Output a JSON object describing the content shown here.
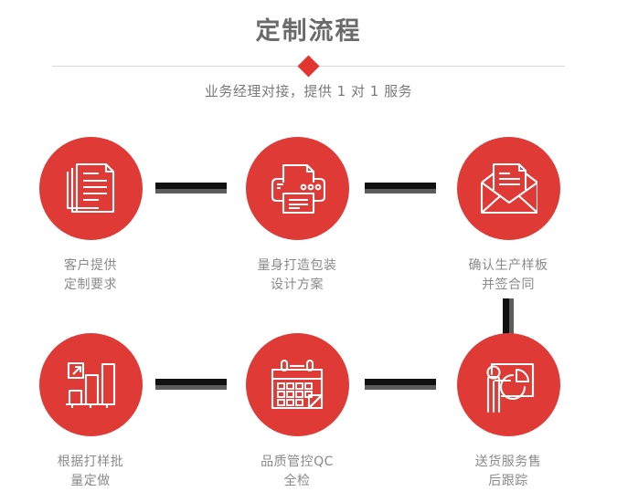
{
  "header": {
    "title": "定制流程",
    "subtitle": "业务经理对接，提供 1 对 1 服务",
    "accent_color": "#e2352f",
    "title_color": "#6b6b6b",
    "divider_color": "#d8d8d8"
  },
  "theme": {
    "circle_red": "#e03a36",
    "connector_dark": "#111111",
    "connector_shadow": "#5c5c5c",
    "label_color": "#8a8a8a",
    "background": "#ffffff"
  },
  "steps": [
    {
      "index": "1",
      "icon": "documents-stack-icon",
      "label": "客户提供\n定制要求"
    },
    {
      "index": "2",
      "icon": "printer-icon",
      "label": "量身打造包装\n设计方案"
    },
    {
      "index": "3",
      "icon": "envelope-letter-icon",
      "label": "确认生产样板\n并签合同"
    },
    {
      "index": "4",
      "icon": "bar-chart-growth-icon",
      "label": "根据打样批\n量定做"
    },
    {
      "index": "5",
      "icon": "calendar-icon",
      "label": "品质管控QC\n全检"
    },
    {
      "index": "6",
      "icon": "presenter-piechart-icon",
      "label": "送货服务售\n后跟踪"
    }
  ],
  "connectors": [
    {
      "name": "connector-step1-step2",
      "orientation": "horizontal"
    },
    {
      "name": "connector-step2-step3",
      "orientation": "horizontal"
    },
    {
      "name": "connector-step3-step6",
      "orientation": "vertical"
    },
    {
      "name": "connector-step4-step5",
      "orientation": "horizontal"
    },
    {
      "name": "connector-step5-step6",
      "orientation": "horizontal"
    }
  ]
}
